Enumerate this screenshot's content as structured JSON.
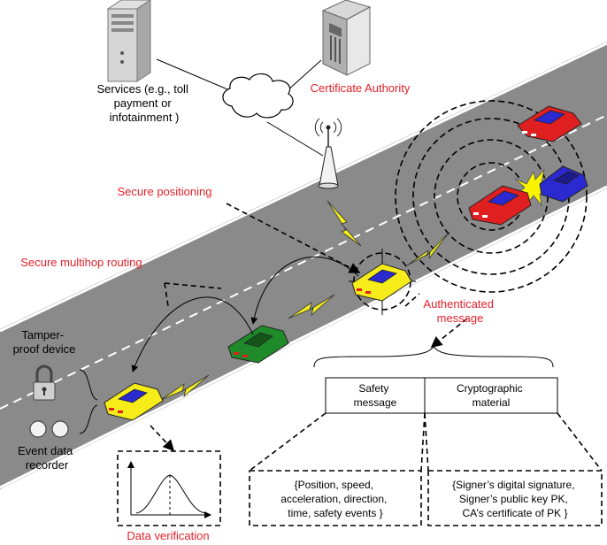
{
  "labels": {
    "services": [
      "Services  (e.g., toll",
      "payment or",
      "infotainment )"
    ],
    "certificate_authority": "Certificate Authority",
    "secure_positioning": "Secure positioning",
    "secure_multihop_routing": "Secure multihop routing",
    "authenticated_message": [
      "Authenticated",
      "message"
    ],
    "tamper_proof_device": [
      "Tamper-",
      "proof device"
    ],
    "event_data_recorder": [
      "Event data",
      "recorder"
    ],
    "data_verification": "Data verification"
  },
  "message_format": {
    "safety_message": [
      "Safety",
      "message"
    ],
    "cryptographic_material": [
      "Cryptographic",
      "material"
    ],
    "safety_contents": [
      "{Position, speed,",
      "acceleration, direction,",
      "time, safety events }"
    ],
    "crypto_contents": [
      "{Signer’s digital signature,",
      "Signer’s public key PK,",
      "CA’s certificate of PK }"
    ]
  },
  "colors": {
    "label_red": "#e4202a",
    "road": "#888888",
    "lightning": "#f2ee1c",
    "car_yellow": "#f5ec19",
    "car_green": "#1f8a2a",
    "car_red": "#e02020",
    "car_blue": "#2a2ad0"
  },
  "icons": [
    "server-icon",
    "certificate-authority-building-icon",
    "cloud-icon",
    "antenna-tower-icon",
    "padlock-icon",
    "recorder-icon",
    "crash-icon"
  ]
}
